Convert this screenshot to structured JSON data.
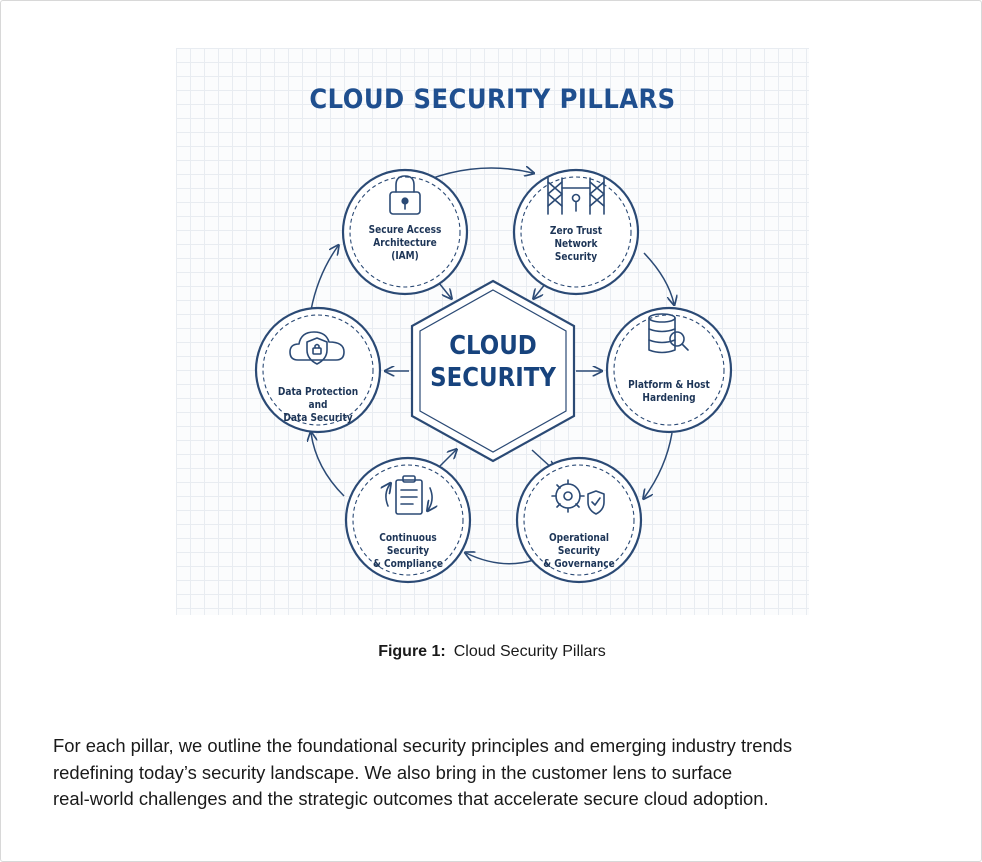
{
  "figure": {
    "title": "CLOUD SECURITY PILLARS",
    "center": {
      "line1": "CLOUD",
      "line2": "SECURITY"
    },
    "pillars": [
      {
        "label_lines": [
          "Secure Access",
          "Architecture",
          "(IAM)"
        ],
        "icon": "padlock-icon"
      },
      {
        "label_lines": [
          "Zero Trust",
          "Network",
          "Security"
        ],
        "icon": "network-lock-icon"
      },
      {
        "label_lines": [
          "Platform & Host",
          "Hardening"
        ],
        "icon": "server-search-icon"
      },
      {
        "label_lines": [
          "Operational Security",
          "& Governance"
        ],
        "icon": "gear-shield-icon"
      },
      {
        "label_lines": [
          "Continuous Security",
          "& Compliance"
        ],
        "icon": "clipboard-cycle-icon"
      },
      {
        "label_lines": [
          "Data Protection and",
          "Data Security"
        ],
        "icon": "cloud-shield-icon"
      }
    ],
    "colors": {
      "primary": "#1f4f8f",
      "stroke": "#2b4a75"
    }
  },
  "caption": {
    "number": "Figure 1:",
    "text": "Cloud Security Pillars"
  },
  "paragraph": {
    "lines": [
      "For each pillar, we outline the foundational security principles and emerging industry trends",
      "redefining today’s security landscape. We also bring in the customer lens to surface",
      "real-world challenges and the strategic outcomes that accelerate secure cloud adoption."
    ]
  }
}
